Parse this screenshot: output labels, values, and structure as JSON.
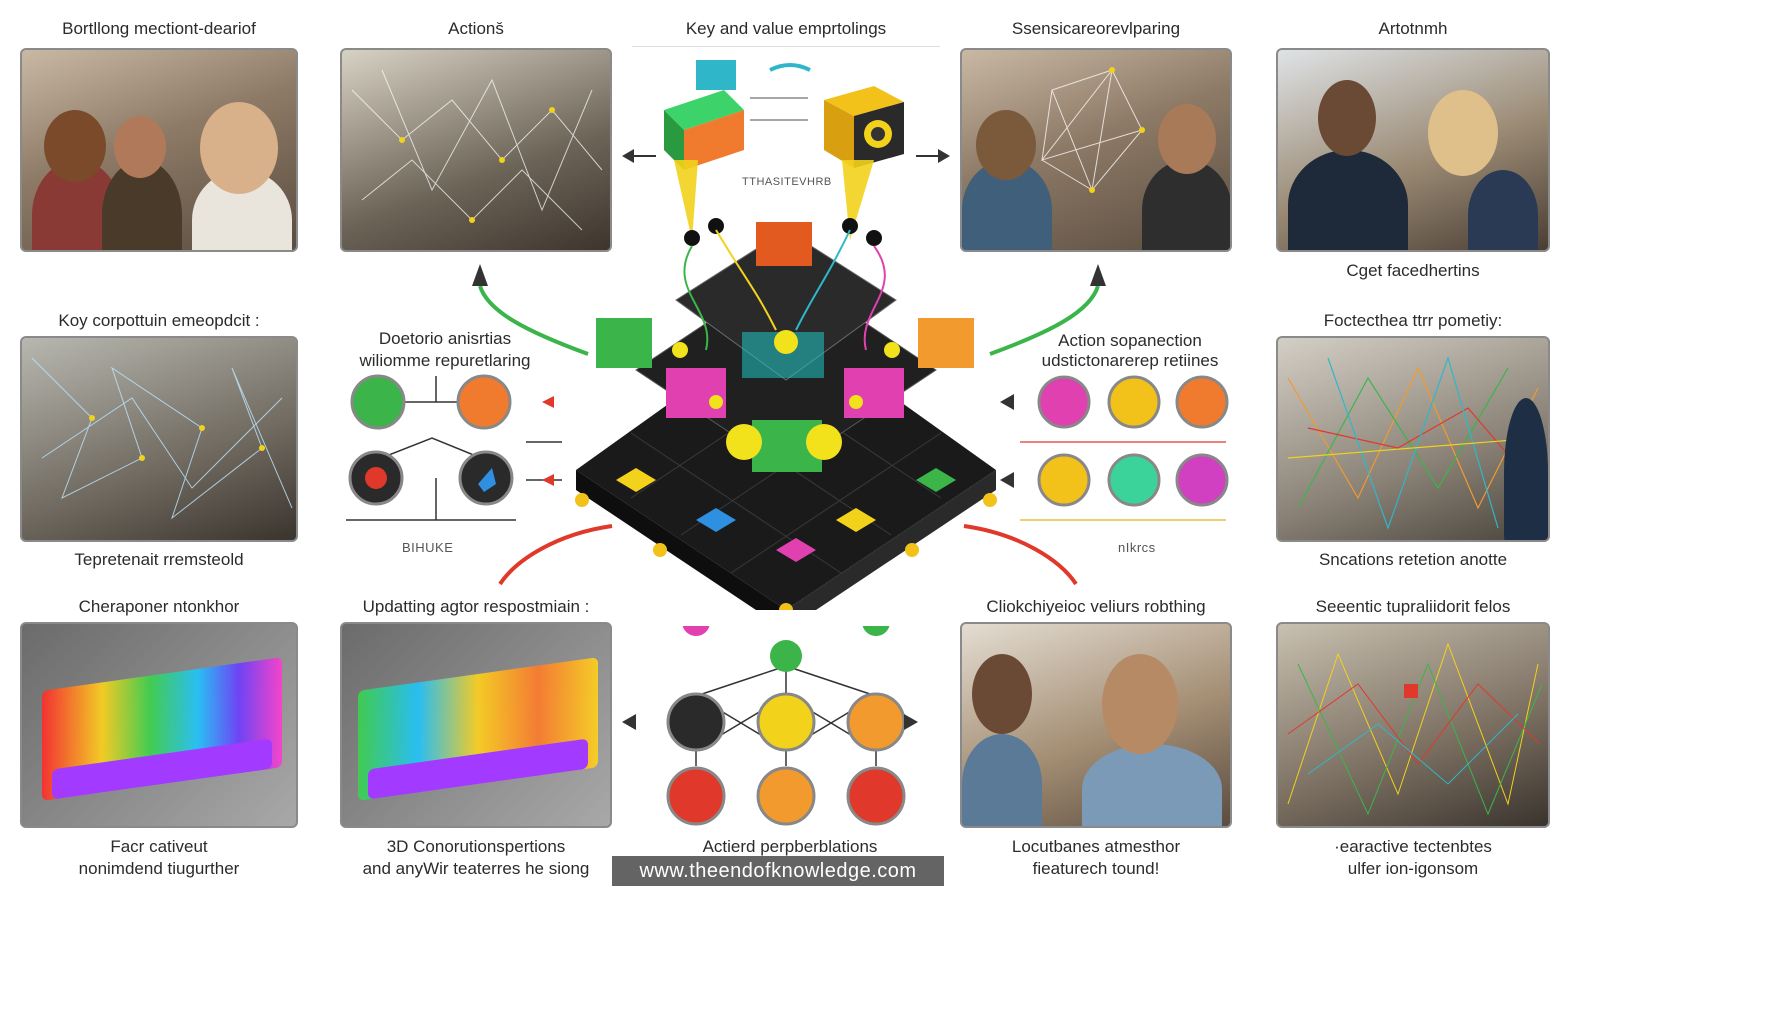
{
  "captions": {
    "top_1": "Bortllong mectiont-deariof",
    "top_2": "Actions̆",
    "top_center": "Key and value emprtolings",
    "top_4": "Ssensicareorevlparing",
    "top_5": "Artotnmh",
    "top_5_below": "Cget facedhertins",
    "mid_left_1": "Koy corpottuin emeopdcit :",
    "mid_left_1_below": "Tepretenait rremsteold",
    "mid_left_2_line1": "Doetorio anisrtias",
    "mid_left_2_line2": "wiliomme repuretlaring",
    "mid_right_1_line1": "Action sopanection",
    "mid_right_1_line2": "udstictonarerep retiines",
    "mid_right_2": "Foctecthea ttrr pometiy:",
    "mid_right_2_below": "Sncations retetion anotte",
    "bot_1": "Cheraponer ntonkhor",
    "bot_1_below_line1": "Facr cativeut",
    "bot_1_below_line2": "nonimdend tiugurther",
    "bot_2": "Updatting agtor respostmiain :",
    "bot_2_below_line1": "3D Conorutionspertions",
    "bot_2_below_line2": "and anyWir teaterres he siong",
    "bot_center": "Actierd perpberblations",
    "bot_4": "Cliokchiyeioc veliurs robthing",
    "bot_4_below_line1": "Locutbanes atmesthor",
    "bot_4_below_line2": "fieaturech tound!",
    "bot_5": "Seeentic tupraliidorit felos",
    "bot_5_below_line1": "·earactive tectenbtes",
    "bot_5_below_line2": "ulfer ion-igonsom"
  },
  "small_labels": {
    "transformer": "TTHASITEVHRB",
    "left_node_label": "BIHUKE",
    "right_node_label": "nIkrcs"
  },
  "watermark": "www.theendofknowledge.com",
  "colors": {
    "green": "#3bb54a",
    "orange": "#f29a2e",
    "magenta": "#e040b0",
    "yellow": "#f2d21b",
    "red": "#e0392b",
    "cyan": "#2fb7c9",
    "dark": "#1f1f1f"
  }
}
